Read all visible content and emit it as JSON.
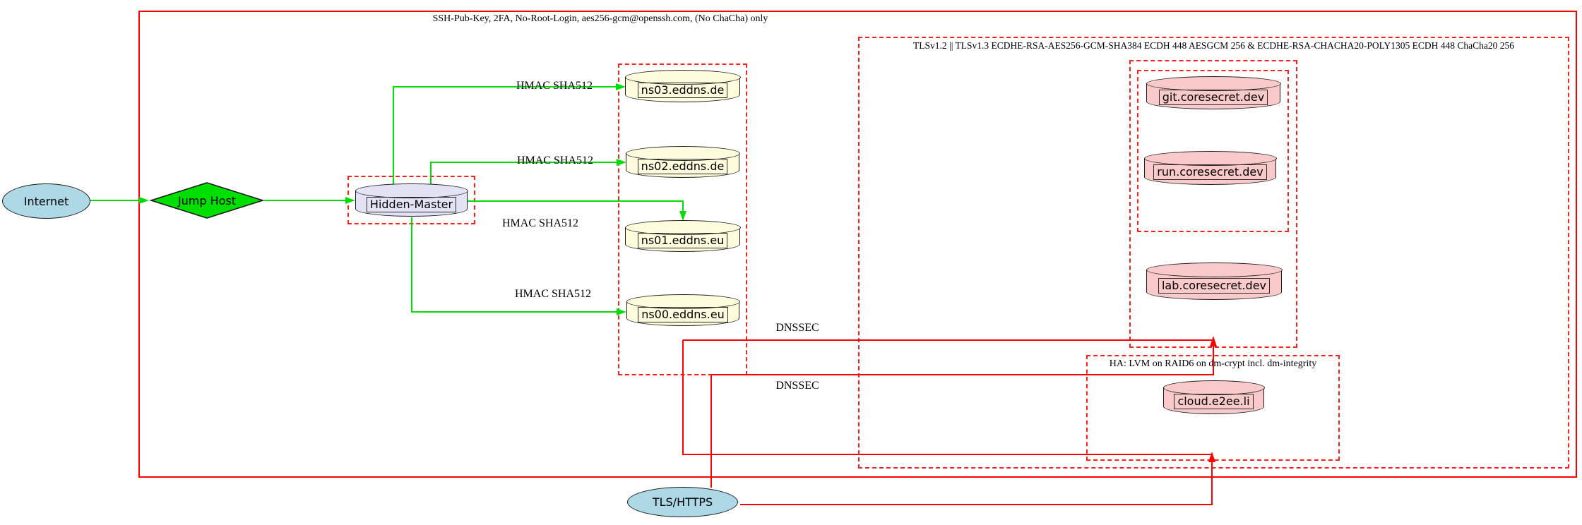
{
  "diagram": {
    "type": "network-security-topology",
    "clusters": {
      "ssh": {
        "title": "SSH-Pub-Key, 2FA, No-Root-Login, aes256-gcm@openssh.com, (No ChaCha) only",
        "border_style": "solid",
        "border_color": "#fb0000"
      },
      "tls": {
        "title": "TLSv1.2 || TLSv1.3 ECDHE-RSA-AES256-GCM-SHA384 ECDH 448 AESGCM 256 & ECDHE-RSA-CHACHA20-POLY1305 ECDH 448 ChaCha20 256",
        "border_style": "dashed",
        "border_color": "#fb2020"
      },
      "ha": {
        "title": "HA: LVM on RAID6 on dm-crypt incl. dm-integrity",
        "border_style": "dashed",
        "border_color": "#fb2020"
      },
      "nameservers": {
        "title": "",
        "border_style": "dashed"
      },
      "hidden_master_box": {
        "title": "",
        "border_style": "dashed"
      },
      "coresecret_outer": {
        "title": "",
        "border_style": "dashed"
      },
      "coresecret_inner": {
        "title": "",
        "border_style": "dashed"
      }
    },
    "nodes": {
      "internet": {
        "label": "Internet",
        "shape": "ellipse",
        "fill": "#add8e6"
      },
      "jump_host": {
        "label": "Jump Host",
        "shape": "diamond",
        "fill": "#00e000"
      },
      "hidden_master": {
        "label": "Hidden-Master",
        "shape": "cylinder",
        "fill": "#e3e3f6"
      },
      "ns03": {
        "label": "ns03.eddns.de",
        "shape": "cylinder",
        "fill": "#fdfdde"
      },
      "ns02": {
        "label": "ns02.eddns.de",
        "shape": "cylinder",
        "fill": "#fdfdde"
      },
      "ns01": {
        "label": "ns01.eddns.eu",
        "shape": "cylinder",
        "fill": "#fdfdde"
      },
      "ns00": {
        "label": "ns00.eddns.eu",
        "shape": "cylinder",
        "fill": "#fdfdde"
      },
      "git": {
        "label": "git.coresecret.dev",
        "shape": "cylinder",
        "fill": "#fac9c9"
      },
      "run": {
        "label": "run.coresecret.dev",
        "shape": "cylinder",
        "fill": "#fac9c9"
      },
      "lab": {
        "label": "lab.coresecret.dev",
        "shape": "cylinder",
        "fill": "#fac9c9"
      },
      "cloud": {
        "label": "cloud.e2ee.li",
        "shape": "cylinder",
        "fill": "#fac9c9"
      },
      "tls_https": {
        "label": "TLS/HTTPS",
        "shape": "ellipse",
        "fill": "#add8e6"
      }
    },
    "edge_labels": {
      "hmac_ns03": "HMAC SHA512",
      "hmac_ns02": "HMAC SHA512",
      "hmac_ns01": "HMAC SHA512",
      "hmac_ns00": "HMAC SHA512",
      "dnssec_top": "DNSSEC",
      "dnssec_bottom": "DNSSEC"
    },
    "edge_colors": {
      "secure_shell_path": "#00dd00",
      "tls_dnssec_path": "#fb0000"
    }
  }
}
